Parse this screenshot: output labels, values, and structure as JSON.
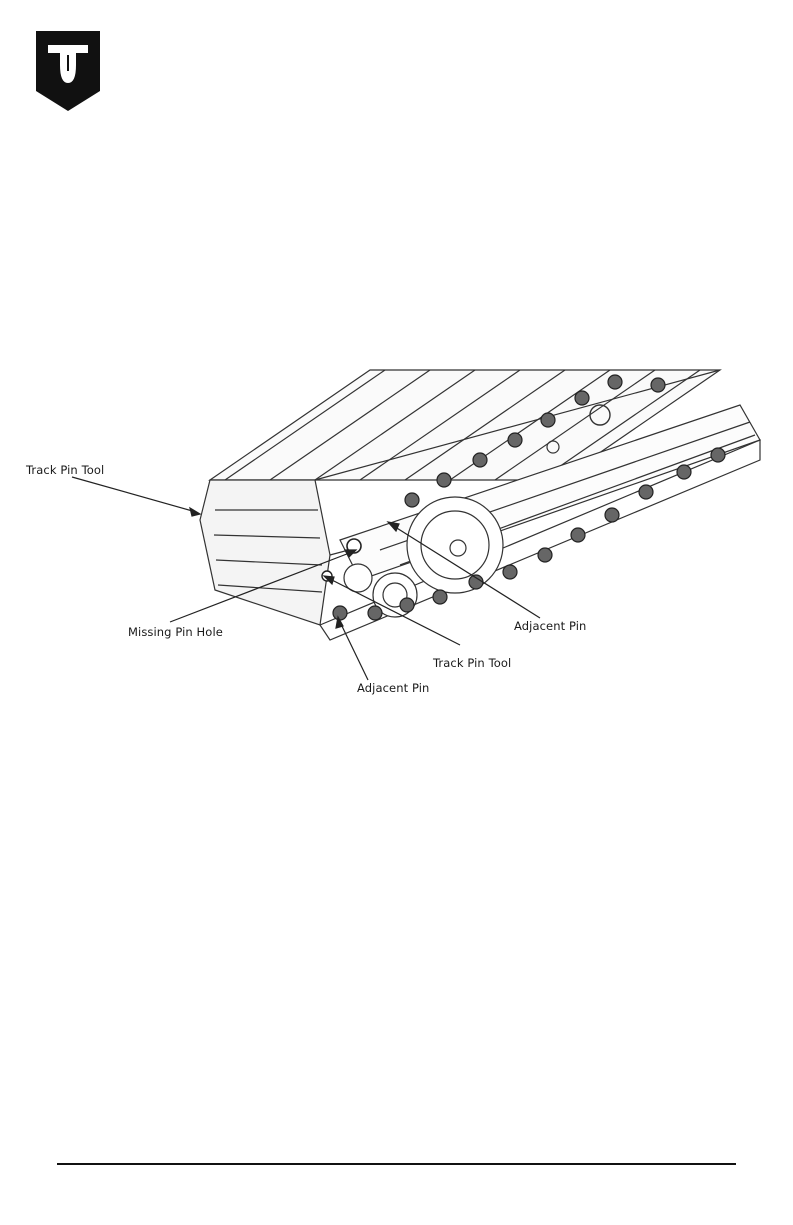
{
  "brand": {
    "logo_icon": "shield-logo-icon"
  },
  "diagram": {
    "callouts": {
      "track_pin_tool_left": "Track Pin Tool",
      "missing_pin_hole": "Missing Pin Hole",
      "adjacent_pin_right": "Adjacent Pin",
      "track_pin_tool_bottom": "Track Pin Tool",
      "adjacent_pin_bottom": "Adjacent Pin"
    }
  },
  "colors": {
    "ink": "#111111",
    "line": "#333333",
    "paper": "#ffffff"
  }
}
